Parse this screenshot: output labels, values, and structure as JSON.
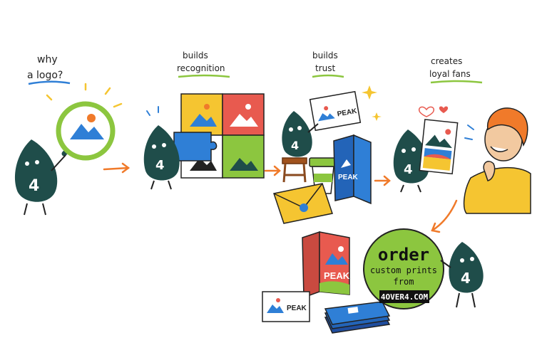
{
  "captions": {
    "why_line1": "why",
    "why_line2": "a logo?",
    "recognition_line1": "builds",
    "recognition_line2": "recognition",
    "trust_line1": "builds",
    "trust_line2": "trust",
    "fans_line1": "creates",
    "fans_line2": "loyal fans"
  },
  "mascot_number": "4",
  "brand_name": "PEAK",
  "cta": {
    "line1": "order",
    "line2": "custom prints",
    "line3": "from",
    "url": "4OVER4.COM"
  },
  "colors": {
    "mascot": "#1f4d4a",
    "accent_green": "#8cc63f",
    "arrow_orange": "#f07a2a",
    "brand_red": "#e85a4f",
    "brand_blue": "#2f7fd6",
    "brand_yellow": "#f5c531"
  }
}
